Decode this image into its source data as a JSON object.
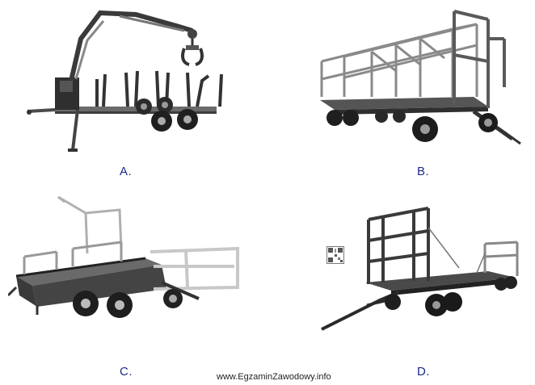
{
  "options": [
    {
      "key": "A",
      "label": "A.",
      "image": "forestry-trailer-with-crane"
    },
    {
      "key": "B",
      "label": "B.",
      "image": "bale-trailer-with-cage-frame"
    },
    {
      "key": "C",
      "label": "C.",
      "image": "tipping-trailer-with-bale-racks"
    },
    {
      "key": "D",
      "label": "D.",
      "image": "flatbed-bale-trailer-with-end-racks"
    }
  ],
  "watermark": "www.EgzaminZawodowy.info",
  "colors": {
    "label": "#1c2a88",
    "metal_dark": "#333333",
    "metal_mid": "#777777",
    "metal_light": "#b5b5b5"
  }
}
